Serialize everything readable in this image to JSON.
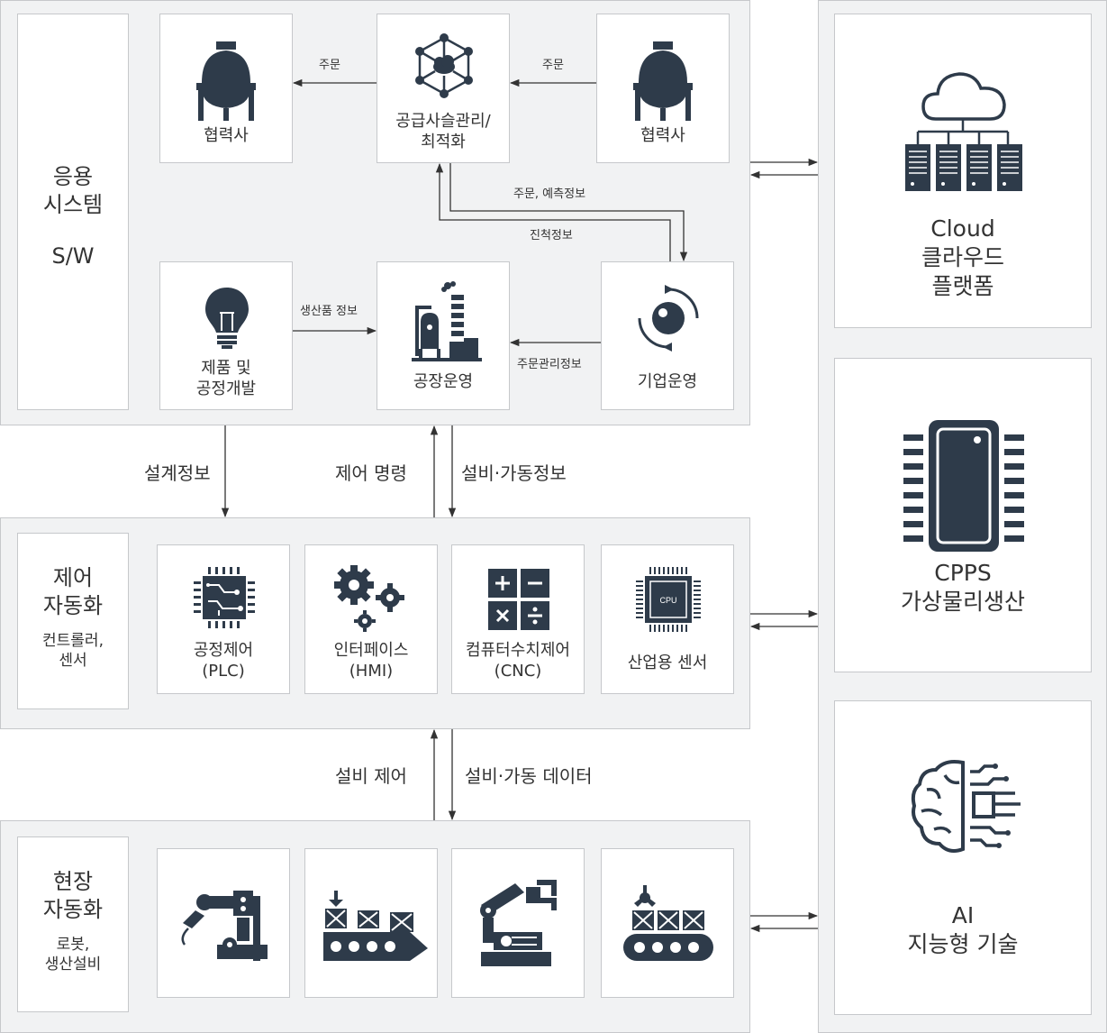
{
  "top": {
    "side_title_line1": "응용",
    "side_title_line2": "시스템",
    "side_title_line3": "S/W",
    "partner_left": "협력사",
    "scm_line1": "공급사슬관리/",
    "scm_line2": "최적화",
    "partner_right": "협력사",
    "product_line1": "제품 및",
    "product_line2": "공정개발",
    "factory": "공장운영",
    "enterprise": "기업운영",
    "order_left": "주문",
    "order_right": "주문",
    "order_forecast": "주문, 예측정보",
    "progress_info": "진척정보",
    "product_info": "생산품 정보",
    "order_mgmt": "주문관리정보"
  },
  "flows_top": {
    "design_info": "설계정보",
    "control_cmd": "제어 명령",
    "equip_info": "설비·가동정보"
  },
  "mid": {
    "side_title_line1": "제어",
    "side_title_line2": "자동화",
    "side_sub_line1": "컨트롤러,",
    "side_sub_line2": "센서",
    "plc_line1": "공정제어",
    "plc_line2": "(PLC)",
    "hmi_line1": "인터페이스",
    "hmi_line2": "(HMI)",
    "cnc_line1": "컴퓨터수치제어",
    "cnc_line2": "(CNC)",
    "sensor": "산업용 센서",
    "cpu_text": "CPU"
  },
  "flows_bottom": {
    "equip_control": "설비 제어",
    "equip_data": "설비·가동 데이터"
  },
  "bottom": {
    "side_title_line1": "현장",
    "side_title_line2": "자동화",
    "side_sub_line1": "로봇,",
    "side_sub_line2": "생산설비"
  },
  "right": {
    "cloud_line1": "Cloud",
    "cloud_line2": "클라우드",
    "cloud_line3": "플랫폼",
    "cpps_line1": "CPPS",
    "cpps_line2": "가상물리생산",
    "ai_line1": "AI",
    "ai_line2": "지능형 기술"
  },
  "colors": {
    "icon": "#2e3b4a",
    "panel": "#f1f2f3",
    "border": "#c6c8cb",
    "arrow": "#333333"
  }
}
